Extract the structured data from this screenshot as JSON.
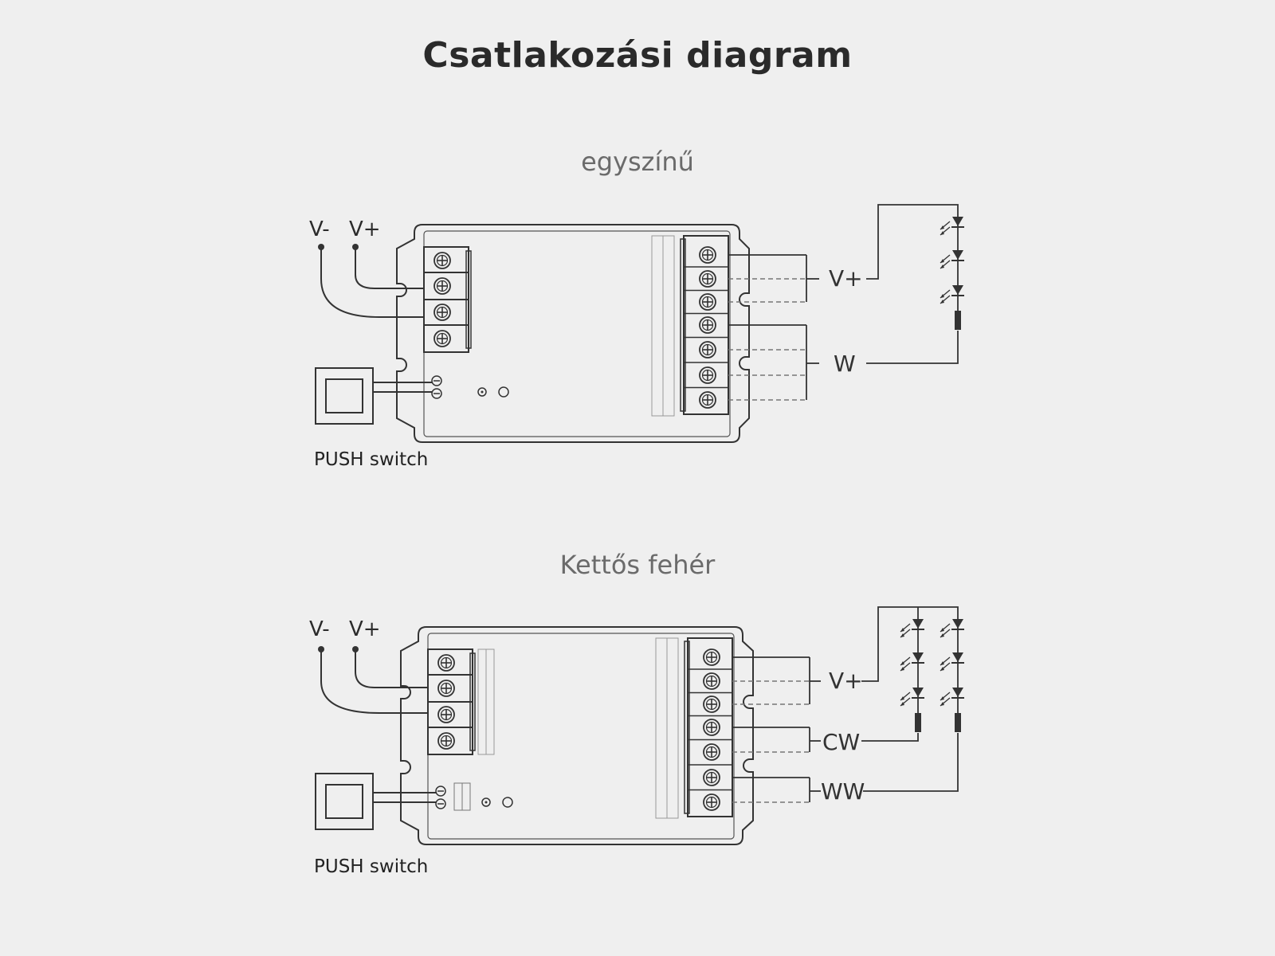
{
  "title": "Csatlakozási diagram",
  "diagram1": {
    "heading": "egyszínű",
    "input_labels": [
      "V-",
      "V+"
    ],
    "switch_label": "PUSH switch",
    "output_labels": [
      "V+",
      "W"
    ]
  },
  "diagram2": {
    "heading": "Kettős fehér",
    "input_labels": [
      "V-",
      "V+"
    ],
    "switch_label": "PUSH switch",
    "output_labels": [
      "V+",
      "CW",
      "WW"
    ]
  }
}
